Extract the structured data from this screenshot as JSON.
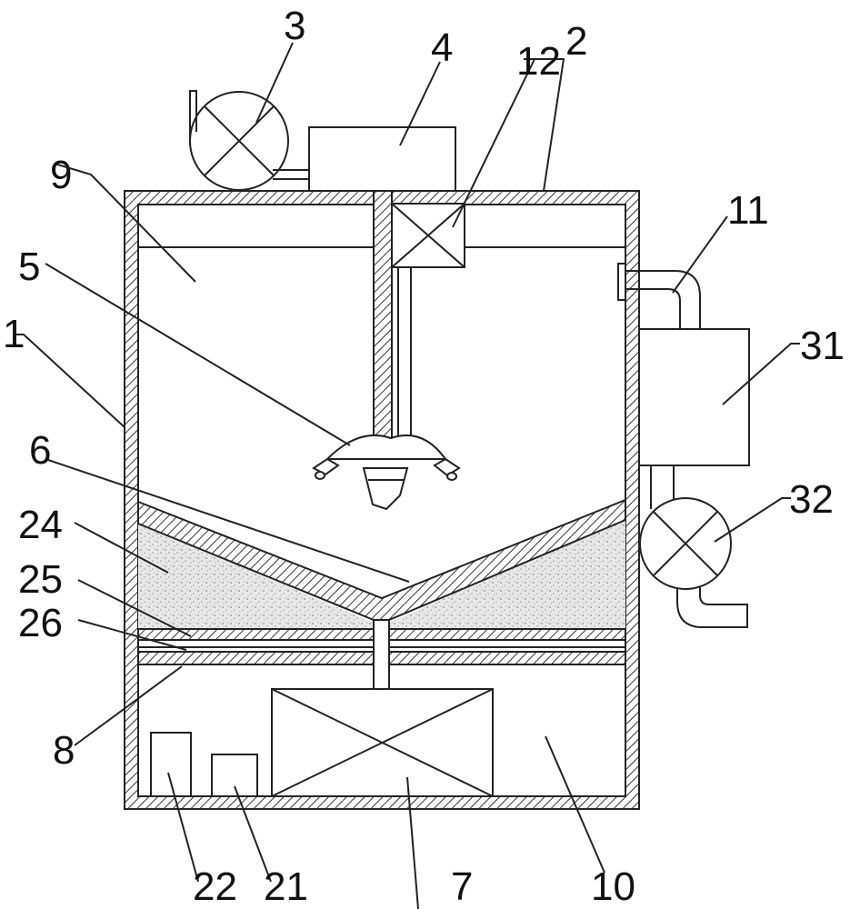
{
  "labels": {
    "l1": "1",
    "l2": "2",
    "l3": "3",
    "l4": "4",
    "l5": "5",
    "l6": "6",
    "l7": "7",
    "l8": "8",
    "l9": "9",
    "l10": "10",
    "l11": "11",
    "l12": "12",
    "l21": "21",
    "l22": "22",
    "l24": "24",
    "l25": "25",
    "l26": "26",
    "l31": "31",
    "l32": "32"
  },
  "colors": {
    "line": "#222222",
    "hatch": "#333333",
    "sand": "#e6e6e6",
    "background": "#ffffff"
  }
}
